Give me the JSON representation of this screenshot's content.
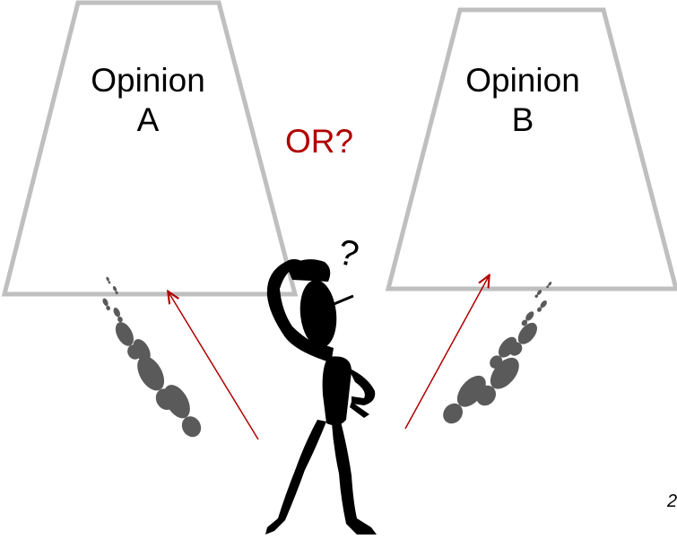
{
  "options": {
    "left": {
      "line1": "Opinion",
      "line2": "A"
    },
    "right": {
      "line1": "Opinion",
      "line2": "B"
    }
  },
  "or_label": "OR?",
  "thought_mark": "?",
  "corner_text": "2",
  "colors": {
    "background": "#ffffff",
    "lamp_outline": "#bfbfbf",
    "arrow": "#b00000",
    "or_text": "#b00000",
    "footprints": "#5a5a5a",
    "figure": "#000000"
  },
  "icons": {
    "left_trail": "footprints-icon",
    "right_trail": "footprints-icon",
    "person": "thinking-person-icon"
  }
}
